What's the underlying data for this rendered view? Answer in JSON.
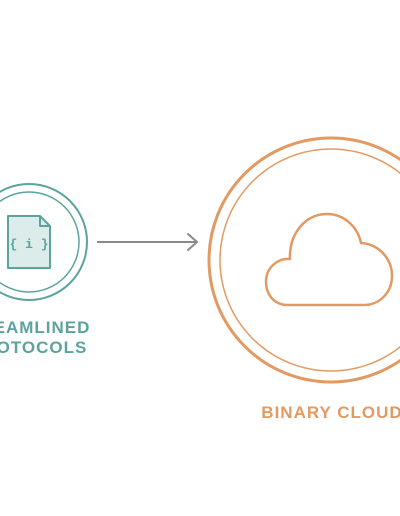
{
  "diagram": {
    "source_node": {
      "label_line1": "EAMLINED",
      "label_line2": "OTOCOLS",
      "icon_text": "{ i }",
      "icon": "json-file-icon",
      "color": "#5aa39e"
    },
    "connector": {
      "icon": "arrow-right-icon",
      "color": "#8a8a8a"
    },
    "target_node": {
      "label": "BINARY CLOUD",
      "icon": "cloud-icon",
      "color": "#e29a62"
    }
  }
}
